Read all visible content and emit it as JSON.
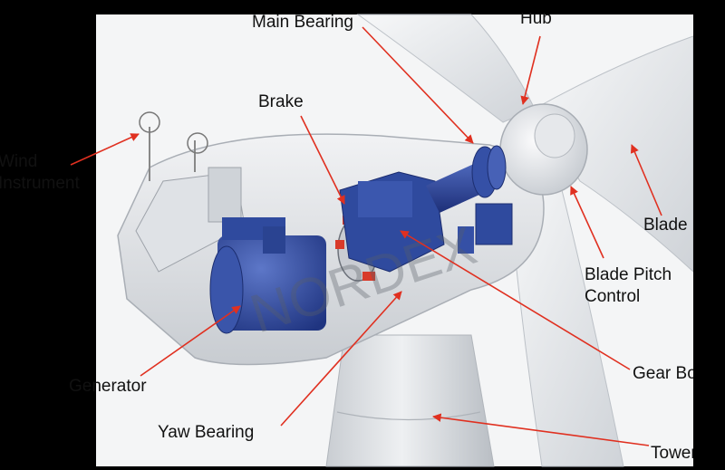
{
  "labels": {
    "main_bearing": "Main Bearing",
    "hub": "Hub",
    "brake": "Brake",
    "wind_instrument_l1": "Wind",
    "wind_instrument_l2": "Instrument",
    "blade": "Blade",
    "blade_pitch_l1": "Blade Pitch",
    "blade_pitch_l2": "Control",
    "gear_box": "Gear Box",
    "generator": "Generator",
    "yaw_bearing": "Yaw Bearing",
    "tower": "Tower"
  },
  "watermark": "NORDEX",
  "colors": {
    "background": "#000000",
    "panel": "#f4f5f6",
    "arrow": "#e03020",
    "machinery": "#2f4a9e",
    "brake_parts": "#d83a2a",
    "label_text": "#111111"
  }
}
